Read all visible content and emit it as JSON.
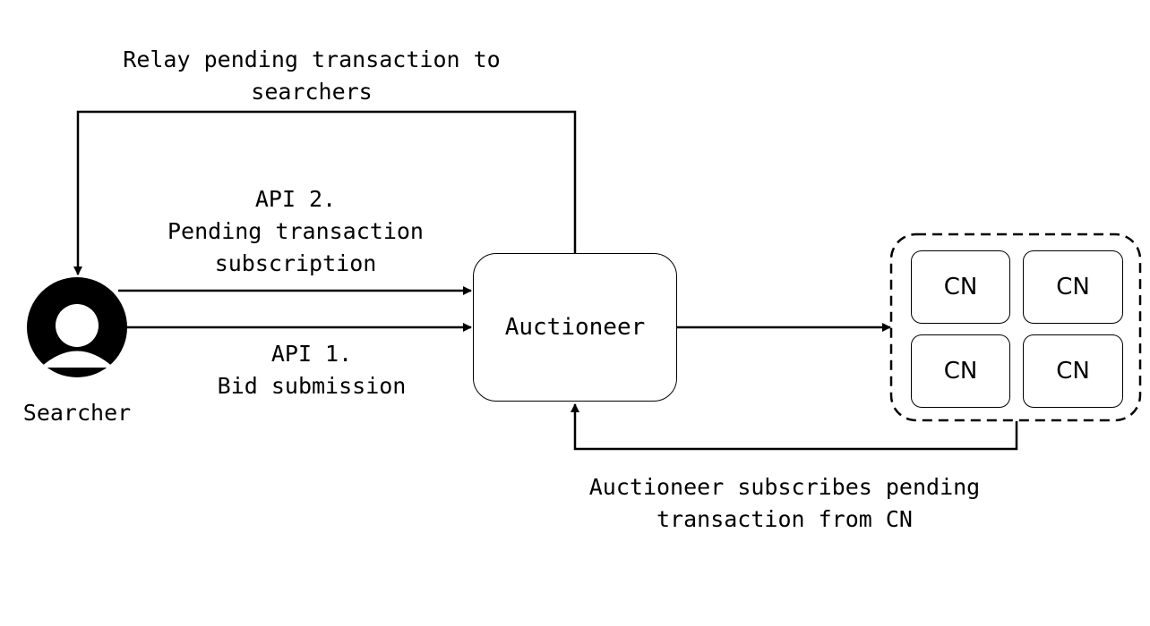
{
  "labels": {
    "relay_line1": "Relay pending transaction to",
    "relay_line2": "searchers",
    "api2_line1": "API 2.",
    "api2_line2": "Pending transaction",
    "api2_line3": "subscription",
    "api1_line1": "API 1.",
    "api1_line2": "Bid submission",
    "searcher": "Searcher",
    "auctioneer": "Auctioneer",
    "sub_line1": "Auctioneer subscribes pending",
    "sub_line2": "transaction from CN"
  },
  "cn_nodes": [
    "CN",
    "CN",
    "CN",
    "CN"
  ],
  "icons": {
    "searcher": "user-avatar-icon"
  }
}
